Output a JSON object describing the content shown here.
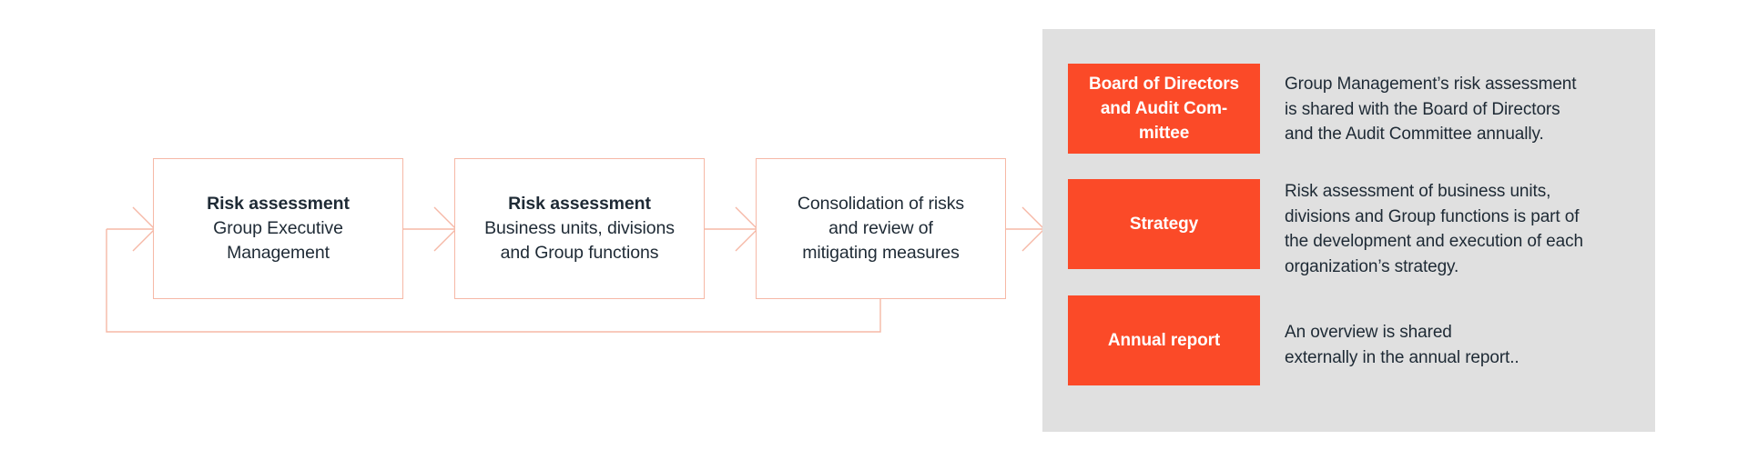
{
  "theme": {
    "accent_orange": "#FB4A28",
    "connector_pink": "#F6B8A6",
    "panel_gray": "#E0E0E0",
    "text_dark": "#1E2A35",
    "background": "#FFFFFF"
  },
  "flow": {
    "boxes": [
      {
        "title": "Risk assessment",
        "line1": "Group Executive",
        "line2": "Management"
      },
      {
        "title": "Risk assessment",
        "line1": "Business units, divisions",
        "line2": "and Group functions"
      },
      {
        "title": "Consolidation of risks",
        "line1": "and review of",
        "line2": "mitigating measures"
      }
    ]
  },
  "outputs": {
    "rows": [
      {
        "tag": "Board of Directors and Audit Com-mittee",
        "description": "Group Management’s risk assessment\nis shared with the Board of Directors\nand the Audit Committee annually."
      },
      {
        "tag": "Strategy",
        "description": "Risk assessment of business units,\ndivisions and Group functions is part of\nthe development and execution of each\norganization’s strategy."
      },
      {
        "tag": "Annual report",
        "description": "An overview is shared\nexternally in the annual report.."
      }
    ]
  }
}
